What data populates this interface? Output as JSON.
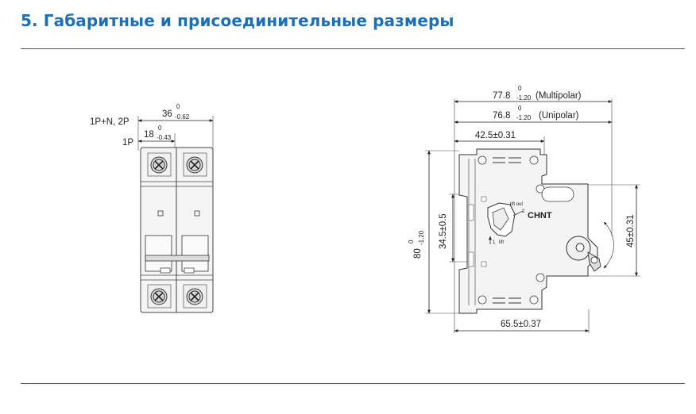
{
  "heading": "5. Габаритные и присоединительные размеры",
  "front_view": {
    "label_multi": "1P+N, 2P",
    "label_single": "1P",
    "width_multi": "36",
    "width_multi_tol_upper": "0",
    "width_multi_tol_lower": "-0.62",
    "width_single": "18",
    "width_single_tol_upper": "0",
    "width_single_tol_lower": "-0.43"
  },
  "side_view": {
    "depth_multipolar": "77.8",
    "depth_multipolar_tol_upper": "0",
    "depth_multipolar_tol_lower": "-1.20",
    "depth_multipolar_note": "(Multipolar)",
    "depth_unipolar": "76.8",
    "depth_unipolar_tol_upper": "0",
    "depth_unipolar_tol_lower": "-1.20",
    "depth_unipolar_note": "(Unipolar)",
    "rail_depth": "42.5±0.31",
    "base_depth": "65.5±0.37",
    "height": "80",
    "height_tol_upper": "0",
    "height_tol_lower": "-1.20",
    "inner_height": "34.5±0.5",
    "window_height": "45±0.31",
    "brand": "CHNT",
    "lock_top": "lift out",
    "lock_num_2": "2",
    "lock_num_1": "1",
    "lock_bottom": "lift"
  }
}
